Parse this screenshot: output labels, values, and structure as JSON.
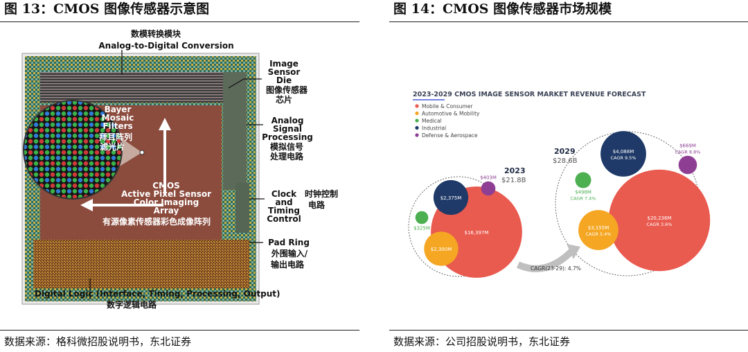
{
  "figures": {
    "left": {
      "title": "图 13：CMOS 图像传感器示意图",
      "source": "数据来源：格科微招股说明书，东北证券",
      "labels": {
        "adc_cn": "数模转换模块",
        "adc_en": "Analog-to-Digital Conversion",
        "die_en1": "Image",
        "die_en2": "Sensor",
        "die_en3": "Die",
        "die_cn1": "图像传感器",
        "die_cn2": "芯片",
        "analog_en1": "Analog",
        "analog_en2": "Signal",
        "analog_en3": "Processing",
        "analog_cn1": "模拟信号",
        "analog_cn2": "处理电路",
        "bayer_en1": "Bayer",
        "bayer_en2": "Mosaic",
        "bayer_en3": "Filters",
        "bayer_cn1": "拜耳阵列",
        "bayer_cn2": "滤光片",
        "array_en1": "CMOS",
        "array_en2": "Active Pixel Sensor",
        "array_en3": "Color Imaging",
        "array_en4": "Array",
        "array_cn": "有源像素传感器彩色成像阵列",
        "clock_en1": "Clock",
        "clock_en2": "and",
        "clock_en3": "Timing",
        "clock_en4": "Control",
        "clock_cn1": "时钟控制",
        "clock_cn2": "电路",
        "pad_en": "Pad Ring",
        "pad_cn1": "外围输入/",
        "pad_cn2": "输出电路",
        "logic_en": "Digital Logic (Interface, Timing, Processing, Output)",
        "logic_cn": "数字逻辑电路"
      }
    },
    "right": {
      "title": "图 14：CMOS 图像传感器市场规模",
      "source": "数据来源：公司招股说明书，东北证券",
      "chart_title": "2023-2029 CMOS IMAGE SENSOR MARKET REVENUE FORECAST",
      "legend": [
        {
          "label": "Mobile & Consumer",
          "color": "#e95a4f"
        },
        {
          "label": "Automotive & Mobility",
          "color": "#f5a623"
        },
        {
          "label": "Medical",
          "color": "#4caf50"
        },
        {
          "label": "Industrial",
          "color": "#1f3a68"
        },
        {
          "label": "Defense & Aerospace",
          "color": "#8e3f93"
        }
      ],
      "chart_data": {
        "type": "bubble",
        "title": "2023-2029 CMOS IMAGE SENSOR MARKET REVENUE FORECAST",
        "cagr_total": "CAGR(23-29): 4.7%",
        "groups": [
          {
            "year": "2023",
            "total": "$21.8B",
            "items": [
              {
                "segment": "Mobile & Consumer",
                "value_musd": 16397,
                "label": "$16,397M"
              },
              {
                "segment": "Automotive & Mobility",
                "value_musd": 2300,
                "label": "$2,300M"
              },
              {
                "segment": "Medical",
                "value_musd": 325,
                "label": "$325M"
              },
              {
                "segment": "Industrial",
                "value_musd": 2375,
                "label": "$2,375M"
              },
              {
                "segment": "Defense & Aerospace",
                "value_musd": 403,
                "label": "$403M"
              }
            ]
          },
          {
            "year": "2029",
            "total": "$28.6B",
            "items": [
              {
                "segment": "Mobile & Consumer",
                "value_musd": 20236,
                "label": "$20,236M",
                "cagr": "CAGR 3.6%"
              },
              {
                "segment": "Automotive & Mobility",
                "value_musd": 3155,
                "label": "$3,155M",
                "cagr": "CAGR 5.4%"
              },
              {
                "segment": "Medical",
                "value_musd": 498,
                "label": "$498M",
                "cagr": "CAGR 7.4%"
              },
              {
                "segment": "Industrial",
                "value_musd": 4088,
                "label": "$4,088M",
                "cagr": "CAGR 9.5%"
              },
              {
                "segment": "Defense & Aerospace",
                "value_musd": 669,
                "label": "$669M",
                "cagr": "CAGR 8.8%"
              }
            ]
          }
        ]
      }
    }
  }
}
